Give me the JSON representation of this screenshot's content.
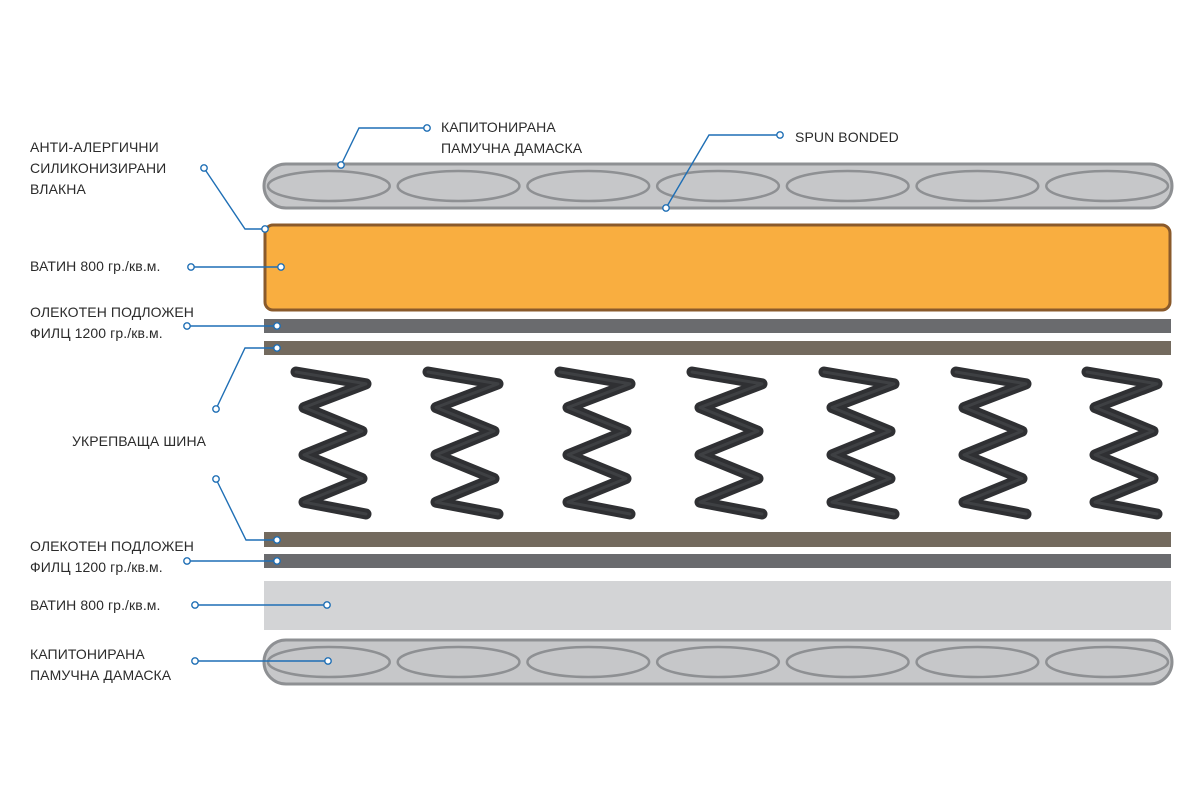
{
  "colors": {
    "leader": "#1f6fb5",
    "quilt_fill": "#c6c7c9",
    "quilt_stroke": "#8e9093",
    "batting_fill": "#f9ae40",
    "batting_stroke": "#8a5a2b",
    "felt": "#6a6b6e",
    "support_rail": "#736a5e",
    "batting_light": "#d3d4d6",
    "spring": "#2f3033"
  },
  "labels": {
    "top_fabric": [
      "КАПИТОНИРАНА",
      "ПАМУЧНА ДАМАСКА"
    ],
    "spun_bonded": [
      "SPUN BONDED"
    ],
    "fibers": [
      "АНТИ-АЛЕРГИЧНИ",
      "СИЛИКОНИЗИРАНИ",
      "ВЛАКНА"
    ],
    "batting_top": [
      "ВАТИН 800 гр./кв.м."
    ],
    "felt_top": [
      "ОЛЕКОТЕН ПОДЛОЖЕН",
      "ФИЛЦ 1200 гр./кв.м."
    ],
    "rail": [
      "УКРЕПВАЩА ШИНА"
    ],
    "felt_bottom": [
      "ОЛЕКОТЕН ПОДЛОЖЕН",
      "ФИЛЦ 1200 гр./кв.м."
    ],
    "batting_bottom": [
      "ВАТИН 800 гр./кв.м."
    ],
    "bottom_fabric": [
      "КАПИТОНИРАНА",
      "ПАМУЧНА ДАМАСКА"
    ]
  }
}
